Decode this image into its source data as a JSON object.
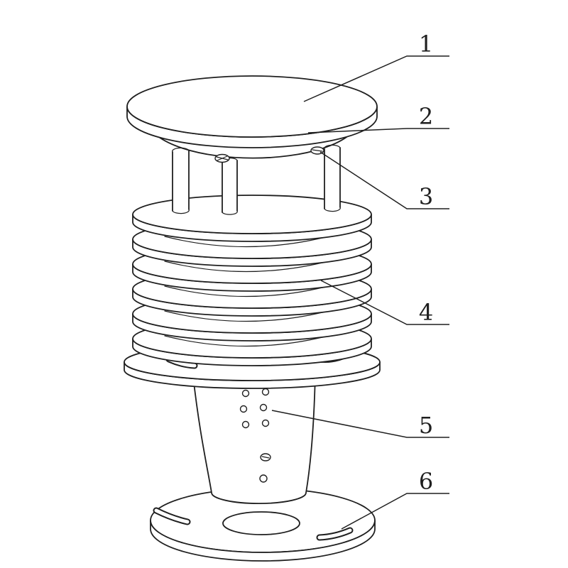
{
  "figure": {
    "type": "technical-line-drawing",
    "callouts": [
      {
        "label": "1",
        "part": "top-cap"
      },
      {
        "label": "2",
        "part": "top-plate-screw"
      },
      {
        "label": "3",
        "part": "support-post-screw"
      },
      {
        "label": "4",
        "part": "louver-plate-stack"
      },
      {
        "label": "5",
        "part": "cone-vent-hole"
      },
      {
        "label": "6",
        "part": "mounting-base-plate"
      }
    ]
  },
  "colors": {
    "line": "#1f1f1f",
    "background": "#ffffff"
  }
}
